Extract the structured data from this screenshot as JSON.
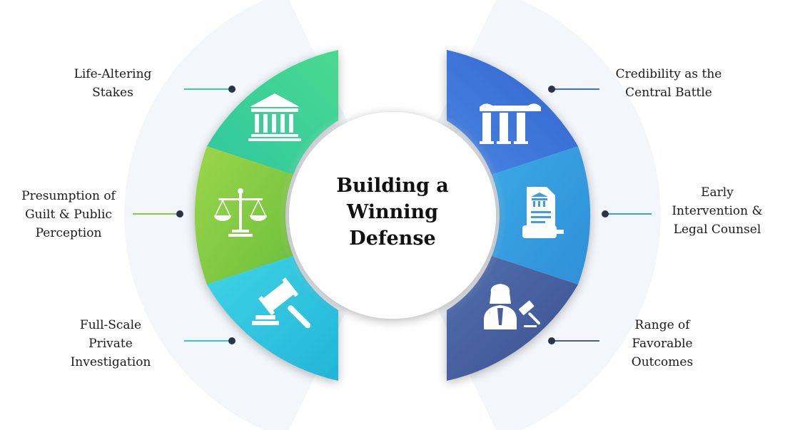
{
  "center": {
    "lines": [
      "Building a",
      "Winning",
      "Defense"
    ]
  },
  "items": [
    {
      "lines": [
        "Life-Altering",
        "Stakes"
      ],
      "icon": "courthouse-icon",
      "color": "#3ccf9b"
    },
    {
      "lines": [
        "Presumption of",
        "Guilt & Public",
        "Perception"
      ],
      "icon": "scales-of-justice-icon",
      "color": "#86c943"
    },
    {
      "lines": [
        "Full-Scale",
        "Private",
        "Investigation"
      ],
      "icon": "gavel-icon",
      "color": "#33c9dd"
    },
    {
      "lines": [
        "Credibility as the",
        "Central Battle"
      ],
      "icon": "columns-icon",
      "color": "#3b6fd6"
    },
    {
      "lines": [
        "Early",
        "Intervention &",
        "Legal Counsel"
      ],
      "icon": "legal-document-icon",
      "color": "#3d9de0"
    },
    {
      "lines": [
        "Range of",
        "Favorable",
        "Outcomes"
      ],
      "icon": "judge-icon",
      "color": "#465e9e"
    }
  ]
}
